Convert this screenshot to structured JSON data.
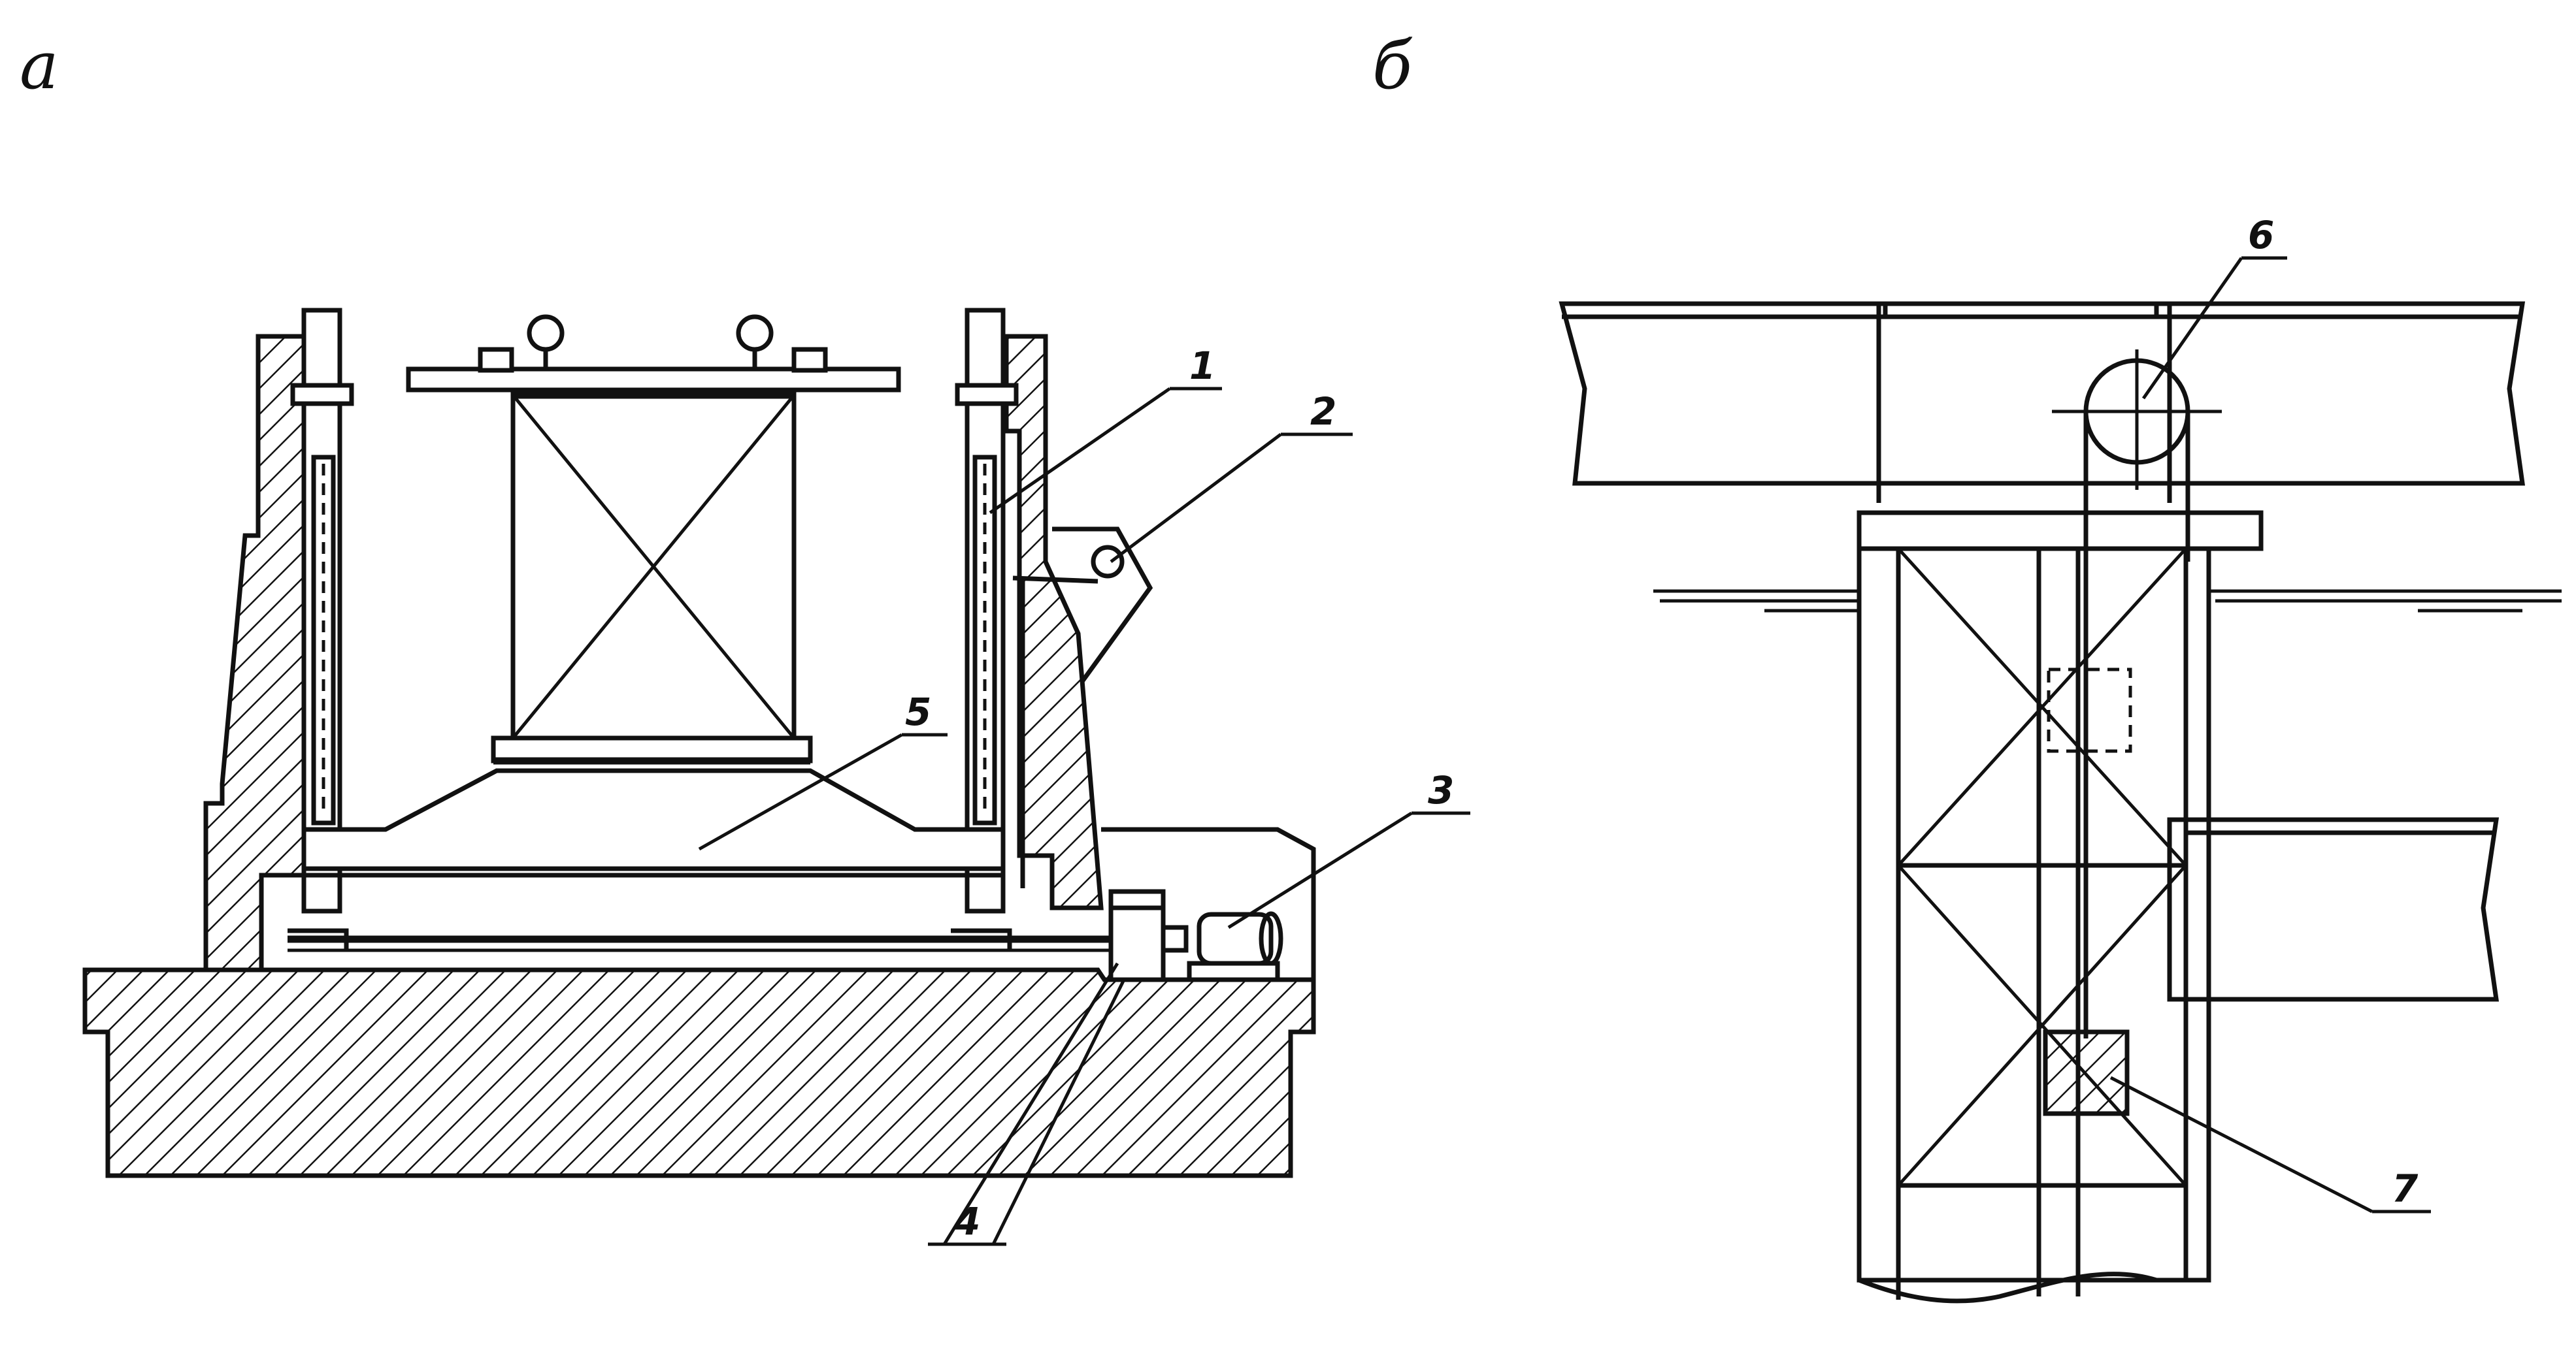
{
  "panels": [
    {
      "letter": "а"
    },
    {
      "letter": "б"
    }
  ],
  "callouts": [
    "1",
    "2",
    "3",
    "4",
    "5",
    "6",
    "7"
  ]
}
